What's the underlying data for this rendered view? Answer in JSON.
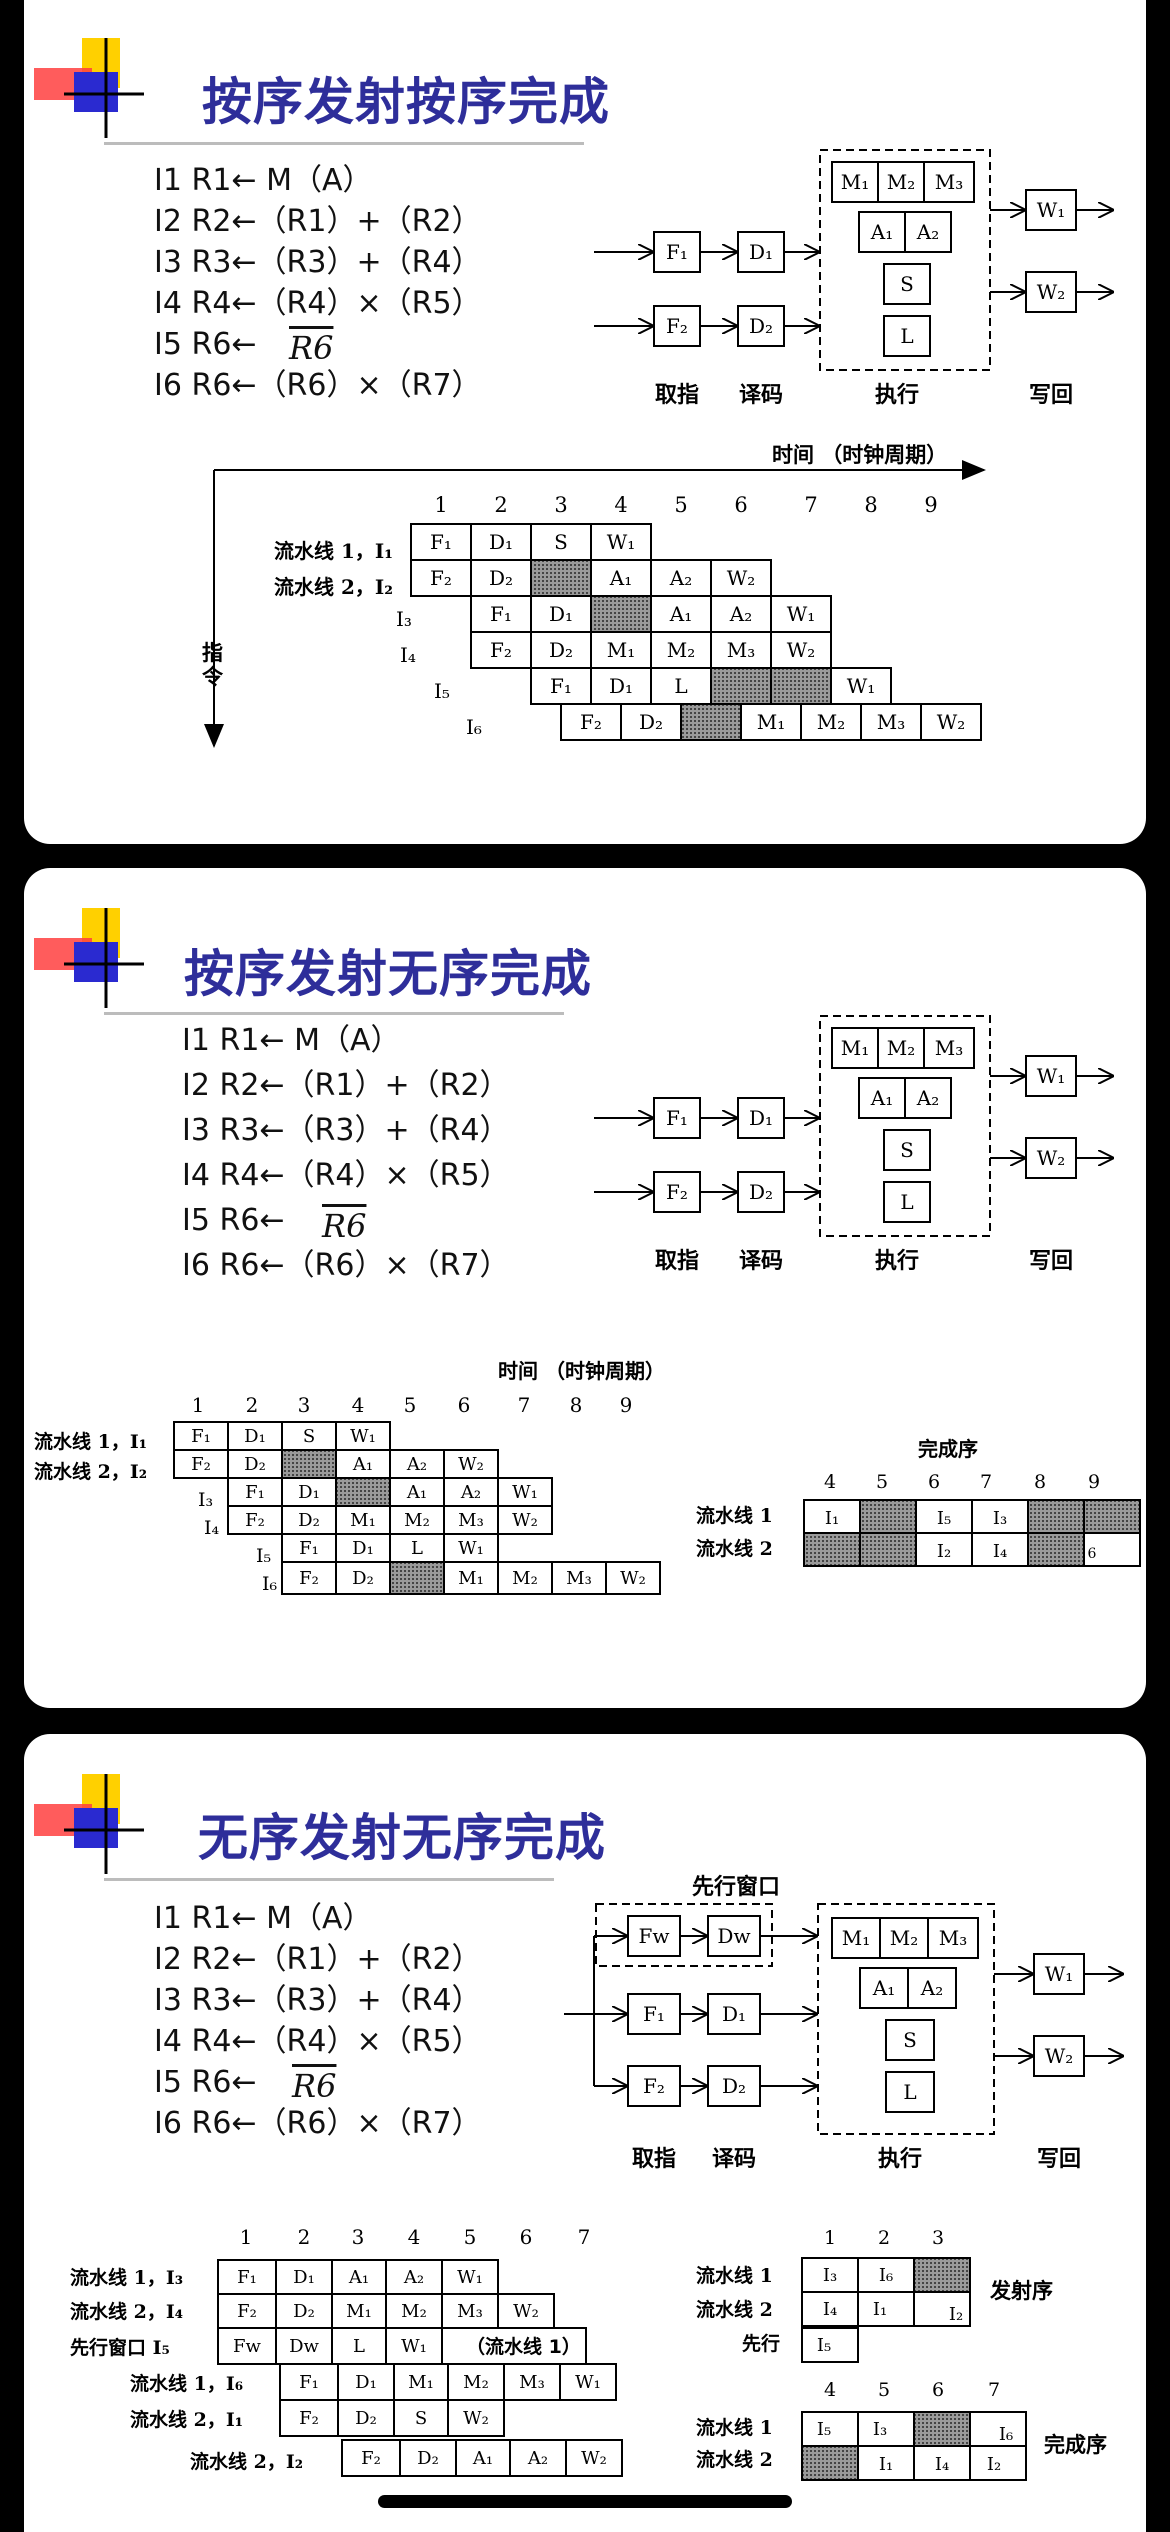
{
  "slides": [
    {
      "title": "按序发射按序完成",
      "instructions": [
        "I1  R1←  M（A）",
        "I2  R2←（R1）+（R2）",
        "I3  R3←（R3）+（R4）",
        "I4  R4←（R4）×（R5）",
        "I5  R6←",
        "I6  R6←（R6）×（R7）"
      ],
      "r6_overbar": "R6",
      "stage_labels": [
        "取指",
        "译码",
        "执行",
        "写回"
      ],
      "axis_time_label": "时间 （时钟周期）",
      "axis_instr_label": "指令",
      "cycles": [
        "1",
        "2",
        "3",
        "4",
        "5",
        "6",
        "7",
        "8",
        "9"
      ],
      "row_labels": [
        "流水线 1，I1",
        "流水线 2，I2",
        "I3",
        "I4",
        "I5",
        "I6"
      ]
    },
    {
      "title": "按序发射无序完成",
      "instructions": [
        "I1  R1←  M（A）",
        "I2  R2←（R1）+（R2）",
        "I3  R3←（R3）+（R4）",
        "I4  R4←（R4）×（R5）",
        "I5  R6←",
        "I6  R6←（R6）×（R7）"
      ],
      "r6_overbar": "R6",
      "stage_labels": [
        "取指",
        "译码",
        "执行",
        "写回"
      ],
      "axis_time_label": "时间 （时钟周期）",
      "cycles": [
        "1",
        "2",
        "3",
        "4",
        "5",
        "6",
        "7",
        "8",
        "9"
      ],
      "row_labels": [
        "流水线 1，I1",
        "流水线 2，I2",
        "I3",
        "I4",
        "I5",
        "I6"
      ],
      "completion_label": "完成序",
      "completion_cycles": [
        "4",
        "5",
        "6",
        "7",
        "8",
        "9"
      ],
      "completion_rows": [
        "流水线 1",
        "流水线 2"
      ]
    },
    {
      "title": "无序发射无序完成",
      "instructions": [
        "I1  R1←  M（A）",
        "I2  R2←（R1）+（R2）",
        "I3  R3←（R3）+（R4）",
        "I4  R4←（R4）×（R5）",
        "I5  R6←",
        "I6  R6←（R6）×（R7）"
      ],
      "r6_overbar": "R6",
      "lookahead_window_label": "先行窗口",
      "stage_labels": [
        "取指",
        "译码",
        "执行",
        "写回"
      ],
      "cycles": [
        "1",
        "2",
        "3",
        "4",
        "5",
        "6",
        "7"
      ],
      "row_labels": [
        "流水线 1，I3",
        "流水线 2，I4",
        "先行窗口 I5",
        "流水线 1，I6",
        "流水线 2，I1",
        "流水线 2，I2"
      ],
      "issue_label": "发射序",
      "issue_cycles": [
        "1",
        "2",
        "3"
      ],
      "issue_rows": [
        "流水线 1",
        "流水线 2",
        "先行"
      ],
      "completion_label": "完成序",
      "completion_cycles": [
        "4",
        "5",
        "6",
        "7"
      ],
      "completion_rows": [
        "流水线 1",
        "流水线 2"
      ],
      "note_pipe1": "（流水线 1）"
    }
  ]
}
